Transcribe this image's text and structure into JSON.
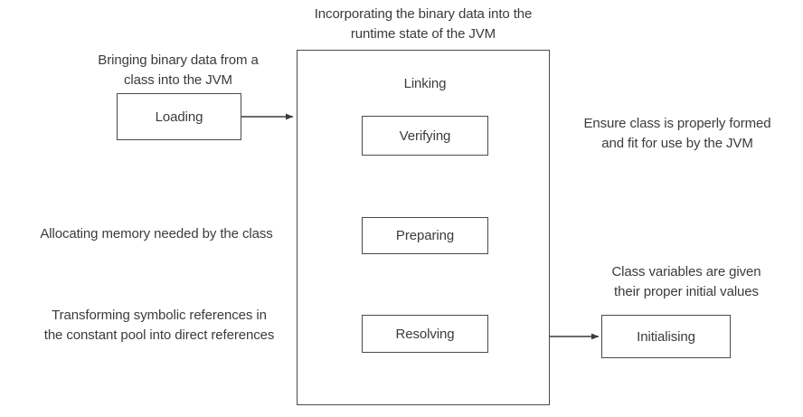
{
  "diagram": {
    "title": "Incorporating the binary data into the\nruntime state of the JVM",
    "outer_group_label": "Linking",
    "stroke_color": "#4a4a4a",
    "text_color": "#3b3b3b",
    "background_color": "#ffffff"
  },
  "boxes": {
    "loading": "Loading",
    "verifying": "Verifying",
    "preparing": "Preparing",
    "resolving": "Resolving",
    "initialising": "Initialising"
  },
  "captions": {
    "loading": "Bringing binary data from a\nclass into the JVM",
    "verifying": "Ensure class is properly formed\nand fit for use by the JVM",
    "preparing": "Allocating memory needed by the class",
    "resolving": "Transforming symbolic references in\nthe constant pool into direct references",
    "initialising": "Class variables are given\ntheir proper initial values"
  },
  "flow": {
    "edges": [
      {
        "from": "loading",
        "to": "linking-container",
        "direction": "right"
      },
      {
        "from": "verifying",
        "to": "preparing",
        "direction": "down"
      },
      {
        "from": "preparing",
        "to": "resolving",
        "direction": "down"
      },
      {
        "from": "linking-container",
        "to": "initialising",
        "direction": "right"
      }
    ]
  }
}
